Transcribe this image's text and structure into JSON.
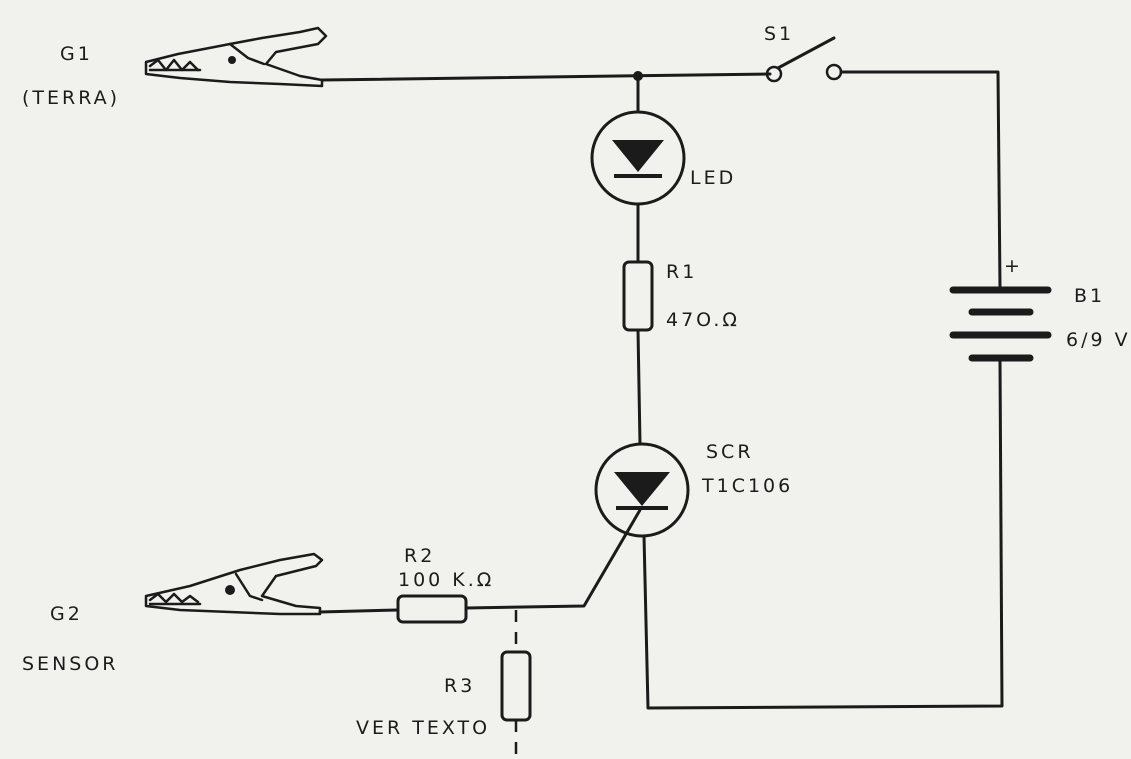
{
  "labels": {
    "g1": "G1",
    "g1_sub": "(TERRA)",
    "s1": "S1",
    "led": "LED",
    "r1": "R1",
    "r1_value": "47O.Ω",
    "battery": "B1",
    "battery_value": "6/9 V",
    "battery_plus": "+",
    "scr": "SCR",
    "scr_model": "T1C106",
    "r2": "R2",
    "r2_value": "100 K.Ω",
    "g2": "G2",
    "g2_sub": "SENSOR",
    "r3": "R3",
    "r3_note": "VER TEXTO"
  }
}
